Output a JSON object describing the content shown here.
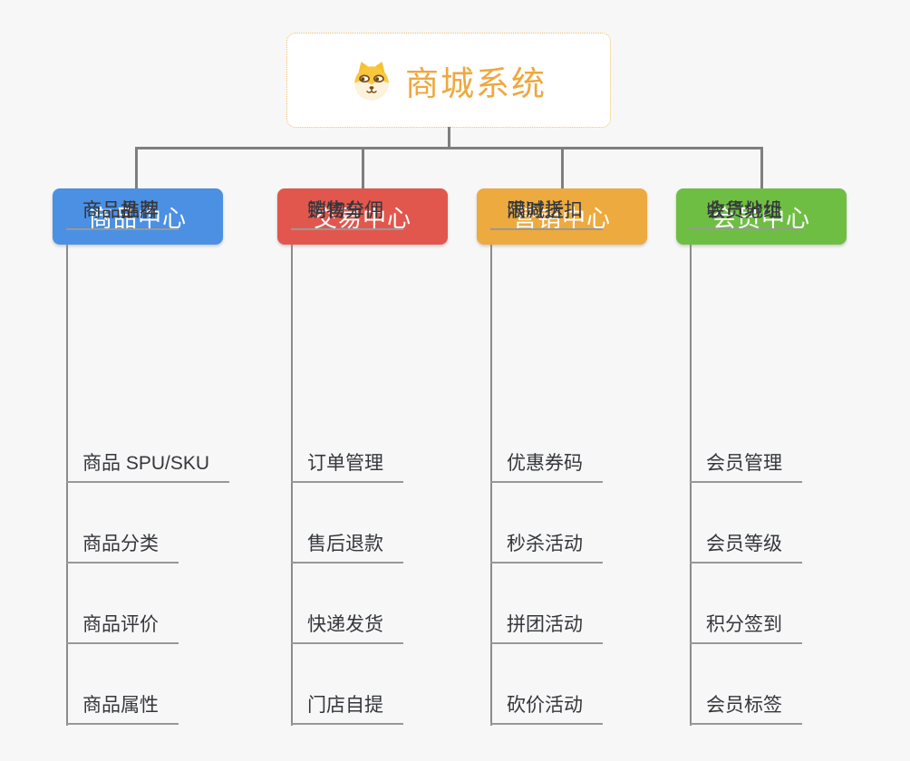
{
  "root": {
    "title": "商城系统",
    "icon": "shiba-dog-icon"
  },
  "colors": {
    "background": "#f7f7f7",
    "root_text": "#f0a73d",
    "root_border": "#f2bc62",
    "connector": "#7f7f7f",
    "child_underline": "#989898",
    "child_text": "#35373c",
    "branch_product": "#4b90e2",
    "branch_trade": "#e2574d",
    "branch_marketing": "#edaa3e",
    "branch_member": "#6fbe44"
  },
  "branches": [
    {
      "label": "商品中心",
      "color": "#4b90e2",
      "children": [
        "商品 SPU/SKU",
        "商品分类",
        "商品评价",
        "商品属性",
        "商品推荐",
        "商品品牌"
      ]
    },
    {
      "label": "交易中心",
      "color": "#e2574d",
      "children": [
        "订单管理",
        "售后退款",
        "快递发货",
        "门店自提",
        "购物车",
        "销售分佣"
      ]
    },
    {
      "label": "营销中心",
      "color": "#edaa3e",
      "children": [
        "优惠券码",
        "秒杀活动",
        "拼团活动",
        "砍价活动",
        "限时折扣",
        "满减送"
      ]
    },
    {
      "label": "会员中心",
      "color": "#6fbe44",
      "children": [
        "会员管理",
        "会员等级",
        "积分签到",
        "会员标签",
        "会员分组",
        "收货地址"
      ]
    }
  ]
}
